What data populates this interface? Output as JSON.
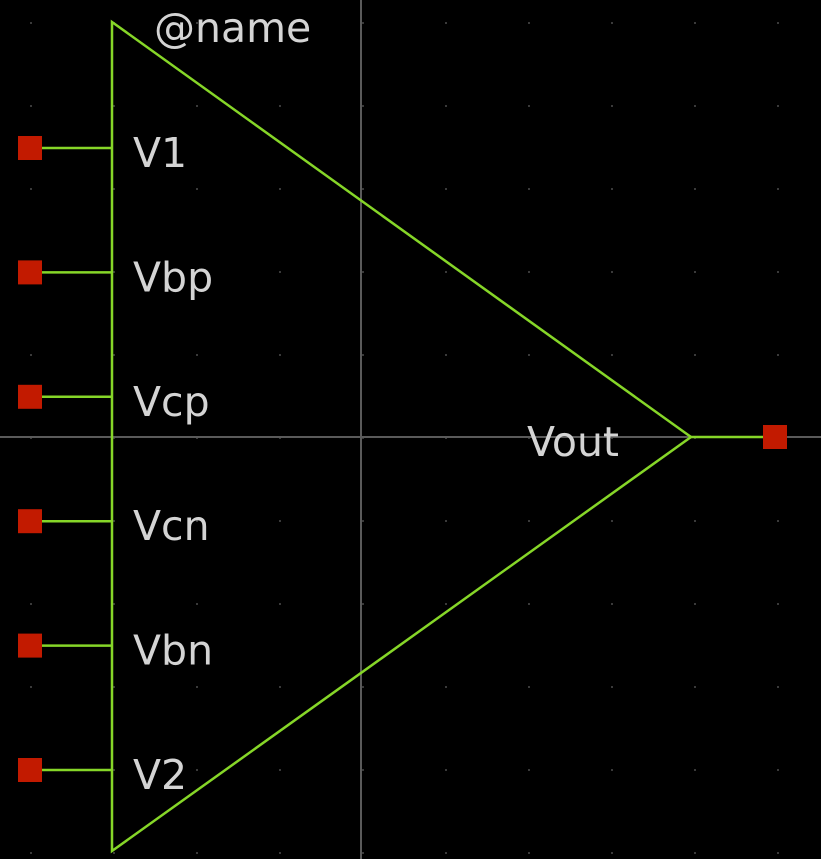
{
  "symbol": {
    "name_label": "@name",
    "output": {
      "label": "Vout",
      "pin_name": "vout-pin"
    },
    "inputs": [
      {
        "label": "V1",
        "pin_name": "v1-pin"
      },
      {
        "label": "Vbp",
        "pin_name": "vbp-pin"
      },
      {
        "label": "Vcp",
        "pin_name": "vcp-pin"
      },
      {
        "label": "Vcn",
        "pin_name": "vcn-pin"
      },
      {
        "label": "Vbn",
        "pin_name": "vbn-pin"
      },
      {
        "label": "V2",
        "pin_name": "v2-pin"
      }
    ]
  },
  "colors": {
    "background": "#000000",
    "wire": "#86d628",
    "pin": "#c21a00",
    "text": "#d4d4d4",
    "axis": "#5a5a5a",
    "grid": "#3a3a3a"
  }
}
